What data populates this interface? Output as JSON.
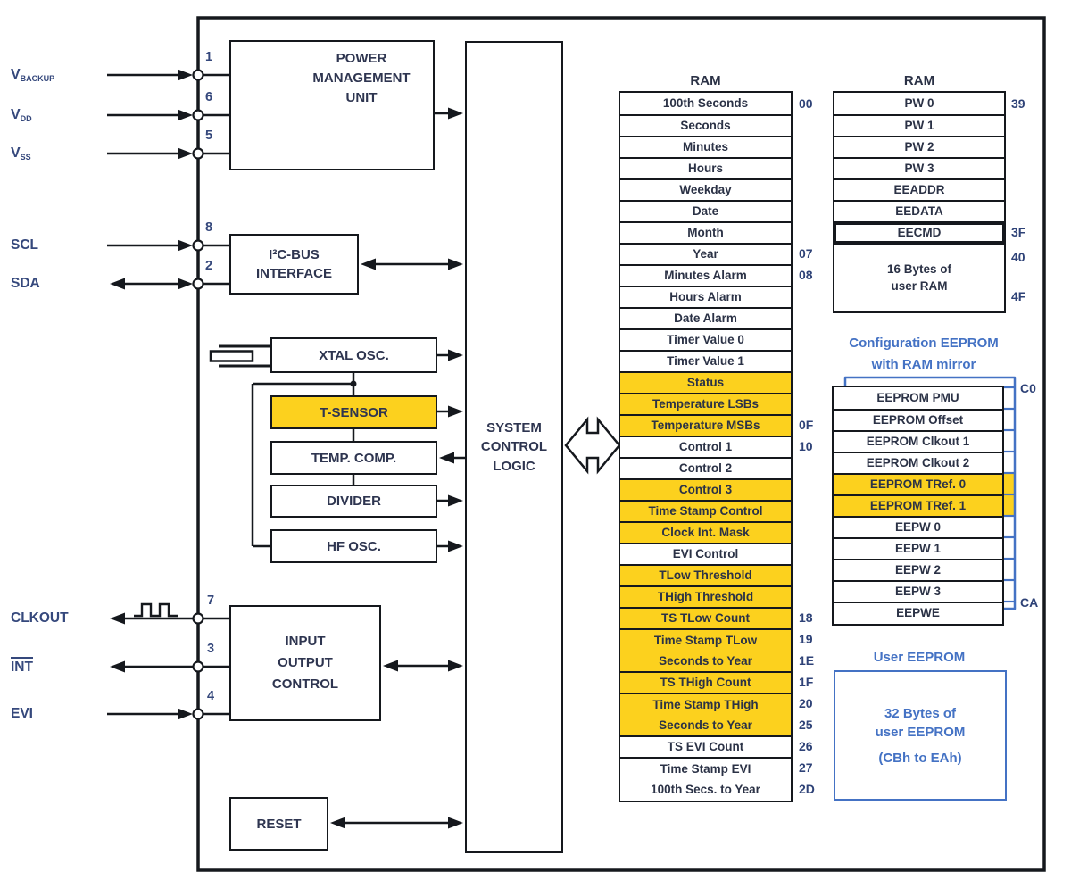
{
  "colors": {
    "highlight": "#FCD11E",
    "blue_accent": "#4472C4",
    "line": "#15181d",
    "pin_text": "#35487C",
    "block_text": "#2E3550",
    "address_text": "#2E4277"
  },
  "pins": [
    {
      "label": "V",
      "sub": "BACKUP",
      "number": "1",
      "direction": "in"
    },
    {
      "label": "V",
      "sub": "DD",
      "number": "6",
      "direction": "in"
    },
    {
      "label": "V",
      "sub": "SS",
      "number": "5",
      "direction": "in"
    },
    {
      "label": "SCL",
      "number": "8",
      "direction": "in"
    },
    {
      "label": "SDA",
      "number": "2",
      "direction": "bidirectional"
    },
    {
      "label": "CLKOUT",
      "number": "7",
      "direction": "out"
    },
    {
      "label": "INT",
      "number": "3",
      "direction": "out",
      "overline": true
    },
    {
      "label": "EVI",
      "number": "4",
      "direction": "in"
    }
  ],
  "blocks": {
    "pmu": [
      "POWER",
      "MANAGEMENT",
      "UNIT"
    ],
    "i2c": [
      "I²C-BUS",
      "INTERFACE"
    ],
    "xtal": "XTAL OSC.",
    "tsensor": "T-SENSOR",
    "tempcomp": "TEMP. COMP.",
    "divider": "DIVIDER",
    "hfosc": "HF OSC.",
    "system": [
      "SYSTEM",
      "CONTROL",
      "LOGIC"
    ],
    "io": [
      "INPUT",
      "OUTPUT",
      "CONTROL"
    ],
    "reset": "RESET"
  },
  "left_ram": {
    "title": "RAM",
    "rows": [
      {
        "label": "100th Seconds",
        "addr": "00"
      },
      {
        "label": "Seconds"
      },
      {
        "label": "Minutes"
      },
      {
        "label": "Hours"
      },
      {
        "label": "Weekday"
      },
      {
        "label": "Date"
      },
      {
        "label": "Month"
      },
      {
        "label": "Year",
        "addr": "07"
      },
      {
        "label": "Minutes Alarm",
        "addr": "08"
      },
      {
        "label": "Hours Alarm"
      },
      {
        "label": "Date Alarm"
      },
      {
        "label": "Timer Value 0"
      },
      {
        "label": "Timer Value 1"
      },
      {
        "label": "Status",
        "highlight": true
      },
      {
        "label": "Temperature LSBs",
        "highlight": true
      },
      {
        "label": "Temperature MSBs",
        "addr": "0F",
        "highlight": true
      },
      {
        "label": "Control 1",
        "addr": "10"
      },
      {
        "label": "Control 2"
      },
      {
        "label": "Control 3",
        "highlight": true
      },
      {
        "label": "Time Stamp Control",
        "highlight": true
      },
      {
        "label": "Clock Int. Mask",
        "highlight": true
      },
      {
        "label": "EVI Control"
      },
      {
        "label": "TLow Threshold",
        "highlight": true
      },
      {
        "label": "THigh Threshold",
        "highlight": true
      },
      {
        "label": "TS TLow Count",
        "addr": "18",
        "highlight": true
      },
      {
        "label": "Time Stamp TLow",
        "label2": "Seconds to Year",
        "addr": "19",
        "addr2": "1E",
        "highlight": true
      },
      {
        "label": "TS THigh Count",
        "addr": "1F",
        "highlight": true
      },
      {
        "label": "Time Stamp THigh",
        "label2": "Seconds to Year",
        "addr": "20",
        "addr2": "25",
        "highlight": true
      },
      {
        "label": "TS EVI Count",
        "addr": "26"
      },
      {
        "label": "Time Stamp EVI",
        "label2": "100th Secs. to Year",
        "addr": "27",
        "addr2": "2D"
      }
    ]
  },
  "right_ram": {
    "title": "RAM",
    "rows": [
      {
        "label": "PW 0",
        "addr": "39"
      },
      {
        "label": "PW 1"
      },
      {
        "label": "PW 2"
      },
      {
        "label": "PW 3"
      },
      {
        "label": "EEADDR"
      },
      {
        "label": "EEDATA"
      },
      {
        "label": "EECMD",
        "addr": "3F",
        "emphasis": true
      }
    ],
    "user_ram": {
      "line1": "16 Bytes of",
      "line2": "user RAM",
      "addr_top": "40",
      "addr_bottom": "4F"
    }
  },
  "config_eeprom": {
    "title1": "Configuration EEPROM",
    "title2": "with RAM mirror",
    "addr_top": "C0",
    "addr_bottom": "CA",
    "rows": [
      {
        "label": "EEPROM PMU"
      },
      {
        "label": "EEPROM Offset"
      },
      {
        "label": "EEPROM Clkout 1"
      },
      {
        "label": "EEPROM Clkout 2"
      },
      {
        "label": "EEPROM TRef. 0",
        "highlight": true
      },
      {
        "label": "EEPROM TRef. 1",
        "highlight": true
      },
      {
        "label": "EEPW 0"
      },
      {
        "label": "EEPW 1"
      },
      {
        "label": "EEPW 2"
      },
      {
        "label": "EEPW 3"
      },
      {
        "label": "EEPWE"
      }
    ]
  },
  "user_eeprom": {
    "title": "User EEPROM",
    "line1": "32 Bytes of",
    "line2": "user EEPROM",
    "line3": "(CBh to EAh)"
  }
}
